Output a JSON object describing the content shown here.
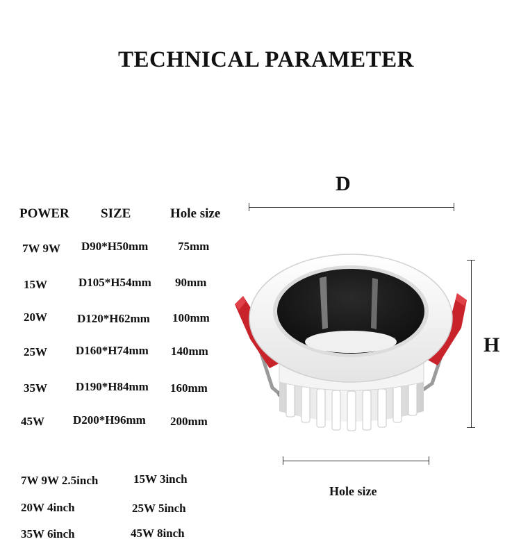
{
  "title": "TECHNICAL PARAMETER",
  "table": {
    "headers": {
      "power": "POWER",
      "size": "SIZE",
      "hole": "Hole size"
    },
    "rows": [
      {
        "power": "7W 9W",
        "size": "D90*H50mm",
        "hole": "75mm"
      },
      {
        "power": "15W",
        "size": "D105*H54mm",
        "hole": "90mm"
      },
      {
        "power": "20W",
        "size": "D120*H62mm",
        "hole": "100mm"
      },
      {
        "power": "25W",
        "size": "D160*H74mm",
        "hole": "140mm"
      },
      {
        "power": "35W",
        "size": "D190*H84mm",
        "hole": "160mm"
      },
      {
        "power": "45W",
        "size": "D200*H96mm",
        "hole": "200mm"
      }
    ]
  },
  "inch_list": [
    {
      "left": "7W 9W  2.5inch",
      "right": "15W 3inch"
    },
    {
      "left": "20W 4inch",
      "right": "25W 5inch"
    },
    {
      "left": "35W 6inch",
      "right": "45W 8inch"
    }
  ],
  "diagram": {
    "d_label": "D",
    "h_label": "H",
    "hole_label": "Hole size"
  },
  "colors": {
    "clip_red": "#c8222a",
    "housing_white": "#f2f2f2",
    "reflector_black": "#151515"
  }
}
